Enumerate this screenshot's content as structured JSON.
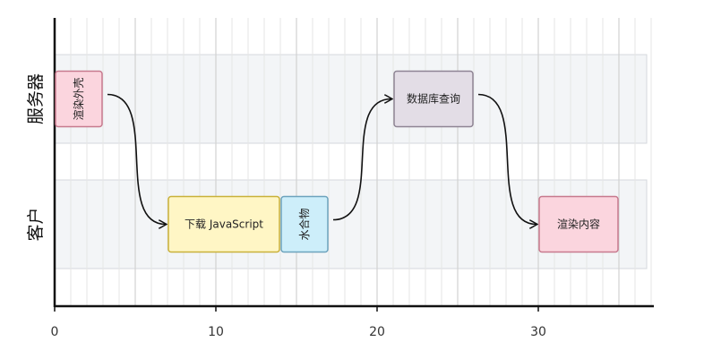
{
  "chart_data": {
    "type": "timeline",
    "xlim": [
      0,
      37
    ],
    "x_ticks": [
      0,
      10,
      20,
      30
    ],
    "x_tick_labels": [
      "0",
      "10",
      "20",
      "30"
    ],
    "grid": true,
    "lanes": [
      {
        "id": "server",
        "label": "服务器"
      },
      {
        "id": "client",
        "label": "客户"
      }
    ],
    "tasks": [
      {
        "id": "t1",
        "lane": "server",
        "label": "渲染外壳",
        "start": 0,
        "end": 3,
        "fill": "#fbd5de",
        "stroke": "#c77a8e",
        "vertical": true
      },
      {
        "id": "t2",
        "lane": "client",
        "label": "下载 JavaScript",
        "start": 7,
        "end": 14,
        "fill": "#fff6c5",
        "stroke": "#c9b13a",
        "vertical": false
      },
      {
        "id": "t3",
        "lane": "client",
        "label": "水合物",
        "start": 14,
        "end": 17,
        "fill": "#cdeefa",
        "stroke": "#6da3bd",
        "vertical": true
      },
      {
        "id": "t4",
        "lane": "server",
        "label": "数据库查询",
        "start": 21,
        "end": 26,
        "fill": "#e3dde6",
        "stroke": "#8e8494",
        "vertical": false
      },
      {
        "id": "t5",
        "lane": "client",
        "label": "渲染内容",
        "start": 30,
        "end": 35,
        "fill": "#fbd5de",
        "stroke": "#c77a8e",
        "vertical": false
      }
    ],
    "arrows": [
      {
        "from": "t1",
        "to": "t2"
      },
      {
        "from": "t3",
        "to": "t4"
      },
      {
        "from": "t4",
        "to": "t5"
      }
    ]
  }
}
